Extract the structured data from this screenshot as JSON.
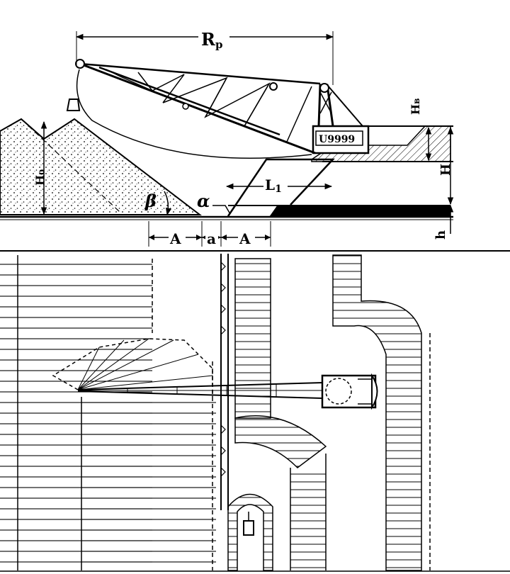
{
  "labels": {
    "boom_radius_main": "R",
    "boom_radius_sub": "p",
    "bench_height_main": "H",
    "bench_height_sub": "в",
    "dump_height_main": "H",
    "dump_height_sub": "o",
    "reach_main": "L",
    "reach_sub": "1",
    "bench_height_total": "H",
    "seam_thickness": "h",
    "angle_beta": "β",
    "angle_alpha": "α",
    "dim_a_left": "A",
    "dim_gap": "a",
    "dim_a_right": "A",
    "machine_plate": "U9999"
  }
}
